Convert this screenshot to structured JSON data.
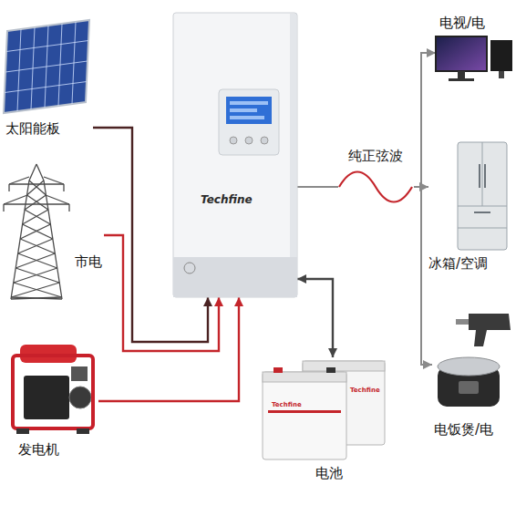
{
  "diagram": {
    "nodes": [
      {
        "text": [
          "太阳能板"
        ]
      },
      {
        "text": [
          "市电"
        ]
      },
      {
        "text": [
          "发电机"
        ]
      },
      {
        "text": [
          "Techfine"
        ]
      },
      {
        "text": [
          "电池"
        ]
      },
      {
        "text": [
          "电视/电"
        ]
      },
      {
        "text": [
          "冰箱/空调"
        ]
      },
      {
        "text": [
          "电饭煲/电"
        ]
      }
    ],
    "edges": [
      {
        "from": 0,
        "to": 3,
        "arrow": "to"
      },
      {
        "from": 1,
        "to": 3,
        "arrow": "to"
      },
      {
        "from": 2,
        "to": 3,
        "arrow": "to"
      },
      {
        "from": 3,
        "to": 4,
        "arrow": "both"
      },
      {
        "from": 3,
        "to": 5,
        "arrow": "to"
      },
      {
        "from": 3,
        "to": 6,
        "arrow": "to"
      },
      {
        "from": 3,
        "to": 7,
        "arrow": "to"
      }
    ],
    "labels": [
      "纯正弦波",
      "Techfine",
      "Techfine"
    ]
  }
}
